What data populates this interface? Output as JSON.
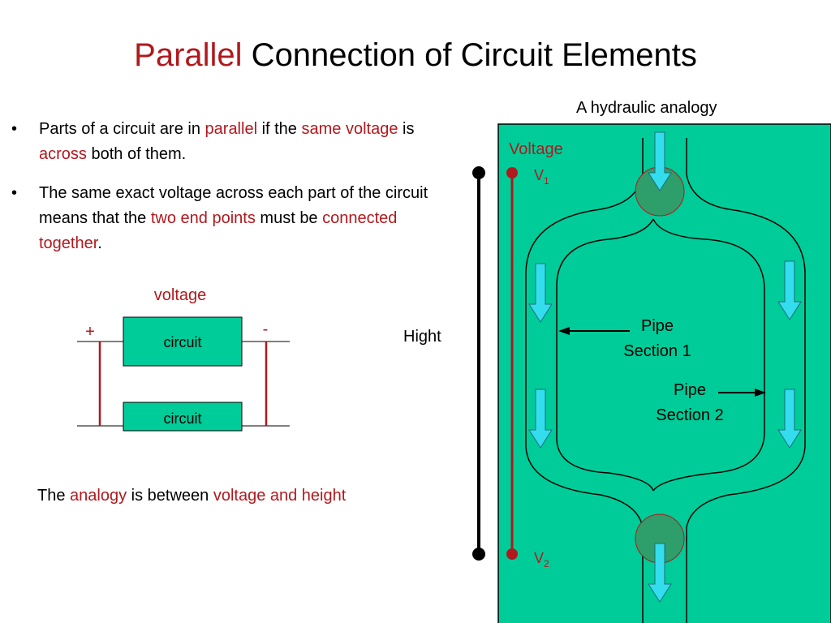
{
  "title": {
    "highlight": "Parallel",
    "rest": " Connection of Circuit Elements"
  },
  "bullets": [
    {
      "segments": [
        {
          "text": "Parts of a circuit are in ",
          "red": false
        },
        {
          "text": "parallel",
          "red": true
        },
        {
          "text": " if the ",
          "red": false
        },
        {
          "text": "same voltage",
          "red": true
        },
        {
          "text": " is ",
          "red": false
        },
        {
          "text": "across",
          "red": true
        },
        {
          "text": " both of them.",
          "red": false
        }
      ]
    },
    {
      "segments": [
        {
          "text": "The same exact voltage across each part of the circuit means that the ",
          "red": false
        },
        {
          "text": "two end points",
          "red": true
        },
        {
          "text": " must be ",
          "red": false
        },
        {
          "text": "connected together",
          "red": true
        },
        {
          "text": ".",
          "red": false
        }
      ]
    }
  ],
  "bullet_symbol": "•",
  "circuit": {
    "voltage_label": "voltage",
    "plus": "+",
    "minus": "-",
    "element1": "circuit",
    "element2": "circuit"
  },
  "analogy": {
    "t1": "The ",
    "t2": "analogy",
    "t3": " is between ",
    "t4": "voltage and height"
  },
  "hight_label": "Hight",
  "hydraulic": {
    "caption": "A hydraulic analogy",
    "voltage_label": "Voltage",
    "v1": "V",
    "v1_sub": "1",
    "v2": "V",
    "v2_sub": "2",
    "pipe1_line1": "Pipe",
    "pipe1_line2": "Section 1",
    "pipe2_line1": "Pipe",
    "pipe2_line2": "Section 2"
  },
  "colors": {
    "accent_red": "#b0191e",
    "panel_green": "#00cc99",
    "box_green": "#00cc99",
    "arrow_cyan": "#33ddee",
    "node_green": "#2e9e6b"
  }
}
